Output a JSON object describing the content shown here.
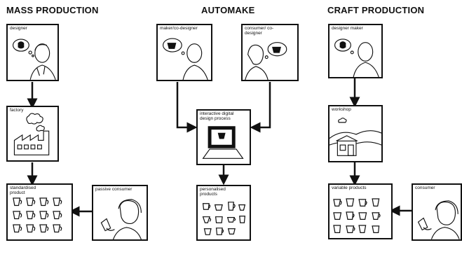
{
  "columns": {
    "mass": {
      "title": "MASS PRODUCTION"
    },
    "auto": {
      "title": "AUTOMAKE"
    },
    "craft": {
      "title": "CRAFT PRODUCTION"
    }
  },
  "boxes": {
    "mass_designer": "designer",
    "mass_factory": "factory",
    "mass_products": "standardised product",
    "mass_consumer": "passive consumer",
    "auto_maker": "maker/co-designer",
    "auto_consumer": "consumer/ co-designer",
    "auto_process": "interactive digital design process",
    "auto_products": "personalised products",
    "craft_maker": "designer maker",
    "craft_workshop": "workshop",
    "craft_products": "variable products",
    "craft_consumer": "consumer"
  },
  "icons": {
    "person": "person-icon",
    "thought": "thought-bubble-icon",
    "factory": "factory-icon",
    "workshop": "workshop-icon",
    "computer": "computer-icon",
    "cup": "cup-icon",
    "arrow": "arrow-icon"
  }
}
